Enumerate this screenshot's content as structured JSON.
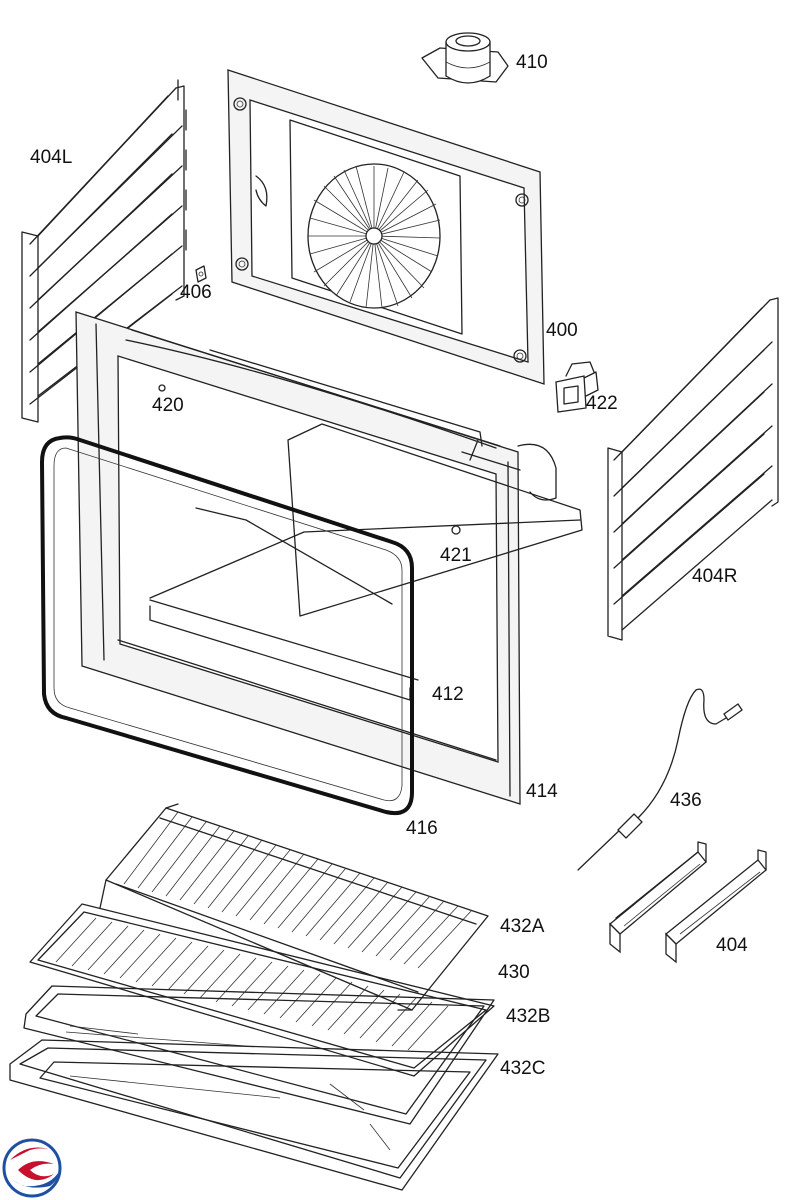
{
  "diagram": {
    "labels": {
      "p410": "410",
      "p404L": "404L",
      "p406": "406",
      "p400": "400",
      "p420": "420",
      "p422": "422",
      "p421": "421",
      "p404R": "404R",
      "p412": "412",
      "p414": "414",
      "p416": "416",
      "p436": "436",
      "p432A": "432A",
      "p430": "430",
      "p404": "404",
      "p432B": "432B",
      "p432C": "432C"
    },
    "logo": {
      "icon": "brand-logo-icon",
      "colors": [
        "#c8102e",
        "#1f4fa3"
      ]
    }
  }
}
